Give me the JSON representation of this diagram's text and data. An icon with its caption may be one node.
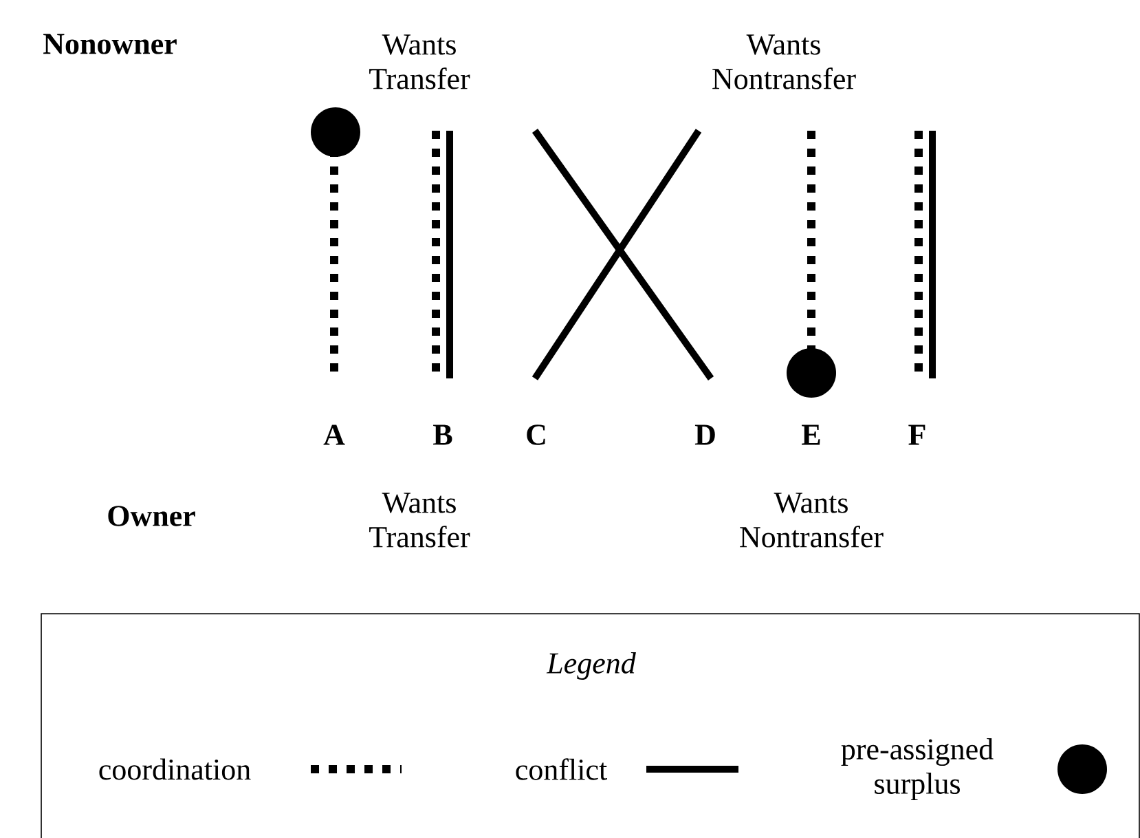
{
  "diagram": {
    "labels": [
      "Nonowner",
      "Wants Transfer",
      "Wants Nontransfer",
      "A",
      "B",
      "C",
      "D",
      "E",
      "F",
      "Owner",
      "Wants Transfer",
      "Wants Nontransfer",
      "Legend"
    ],
    "legend": [
      {
        "text": "coordination"
      },
      {
        "text": "conflict"
      },
      {
        "text": "pre-assigned surplus"
      }
    ]
  }
}
